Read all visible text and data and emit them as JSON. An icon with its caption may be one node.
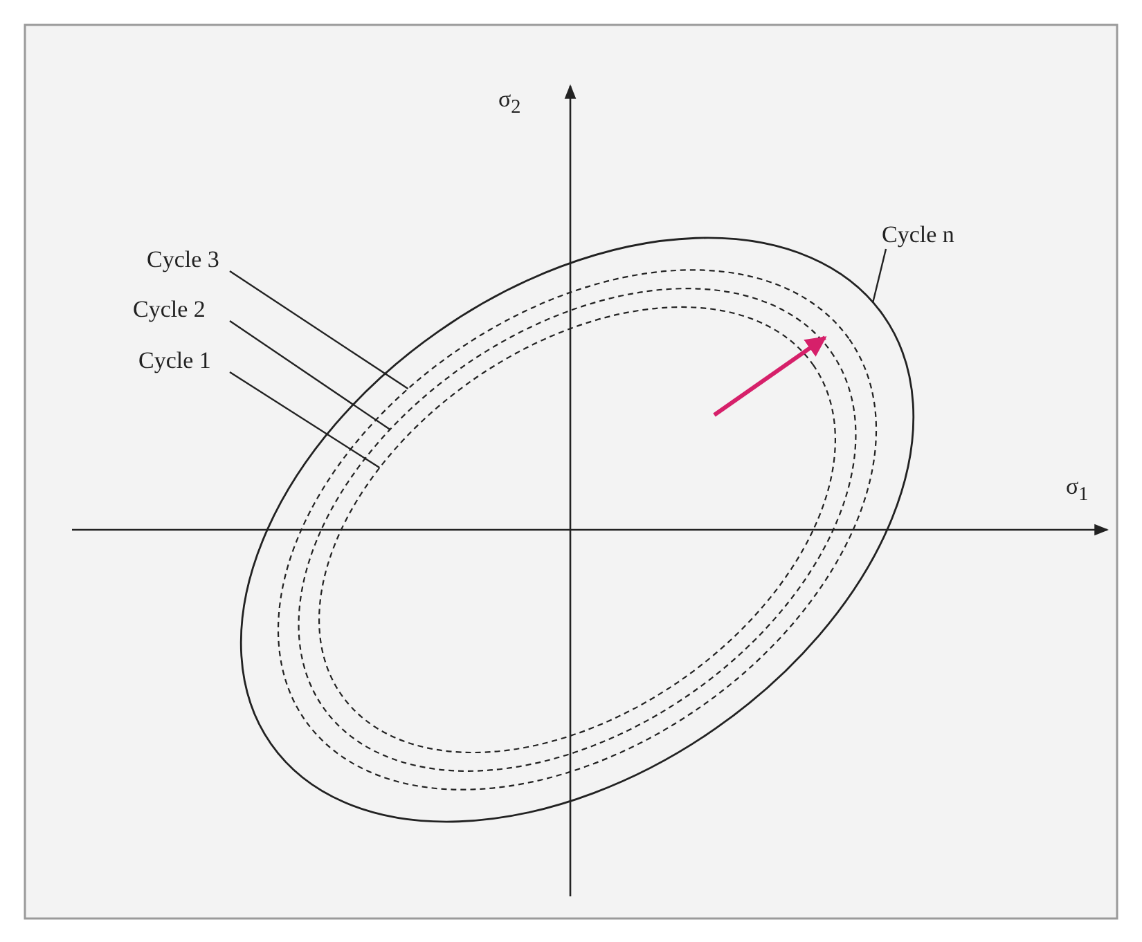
{
  "diagram": {
    "nodes": [
      {
        "text": [
          "Cycle n"
        ]
      },
      {
        "text": [
          "Cycle 3"
        ]
      },
      {
        "text": [
          "Cycle 2"
        ]
      },
      {
        "text": [
          "Cycle 1"
        ]
      },
      {
        "text": [],
        "shape": "ellipse"
      },
      {
        "text": [],
        "shape": "ellipse",
        "in": 4
      },
      {
        "text": [],
        "shape": "ellipse",
        "in": 5
      },
      {
        "text": [],
        "shape": "ellipse",
        "in": 6
      }
    ],
    "edges": [
      {
        "from": 0,
        "to": 4,
        "arrow": "none"
      },
      {
        "from": 1,
        "to": 5,
        "arrow": "none"
      },
      {
        "from": 2,
        "to": 6,
        "arrow": "none"
      },
      {
        "from": 3,
        "to": 7,
        "arrow": "none"
      }
    ],
    "labels": [
      "σ$_{2}$",
      "σ$_{1}$"
    ]
  }
}
